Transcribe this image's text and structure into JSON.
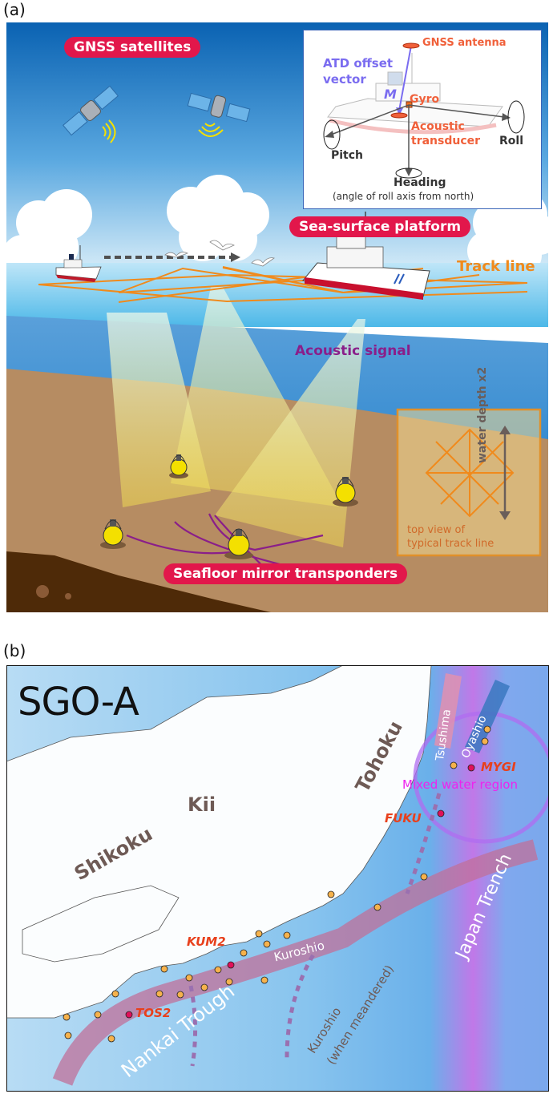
{
  "panel_a": {
    "label": "(a)",
    "labels": {
      "gnss_satellites": "GNSS satellites",
      "sea_surface_platform": "Sea-surface platform",
      "track_line": "Track line",
      "acoustic_signal": "Acoustic signal",
      "seafloor_mirror_transponders": "Seafloor mirror transponders"
    },
    "inset": {
      "gnss_antenna": "GNSS antenna",
      "atd_offset_vector_line1": "ATD offset",
      "atd_offset_vector_line2": "vector",
      "m_symbol": "M",
      "gyro": "Gyro",
      "acoustic_line1": "Acoustic",
      "acoustic_line2": "transducer",
      "pitch": "Pitch",
      "roll": "Roll",
      "heading": "Heading",
      "heading_note": "(angle of roll axis from north)"
    },
    "track_inset": {
      "depth_label": "water depth x2",
      "caption_line1": "top view of",
      "caption_line2": "typical track line"
    },
    "colors": {
      "pill_red": "#e2174b",
      "track_orange": "#f08a1c",
      "acoustic_purple": "#8a1e8a",
      "atd_violet": "#7a6cf0",
      "inset_red": "#f0603a",
      "sky_top": "#0a64b4",
      "sea_deep": "#1278c8",
      "seafloor": "#b38a62"
    }
  },
  "panel_b": {
    "label": "(b)",
    "logo": "SGO-A",
    "regions": {
      "tohoku": "Tohoku",
      "kii": "Kii",
      "shikoku": "Shikoku"
    },
    "features": {
      "japan_trench": "Japan Trench",
      "nankai_trough": "Nankai Trough",
      "kuroshio": "Kuroshio",
      "kuroshio_meandered_line1": "Kuroshio",
      "kuroshio_meandered_line2": "(when meandered)",
      "tsushima": "Tsushima",
      "oyashio": "Oyashio",
      "mixed_water_region": "Mixed water region"
    },
    "stations": {
      "mygi": "MYGI",
      "fuku": "FUKU",
      "kum2": "KUM2",
      "tos2": "TOS2"
    },
    "colors": {
      "station_label": "#e8401c",
      "highlight_station": "#e0105a",
      "other_station": "#f6b24c",
      "mixed_water": "#ee22ee",
      "region_label": "#6e5a55",
      "kuroshio_band": "#c0709a"
    }
  }
}
